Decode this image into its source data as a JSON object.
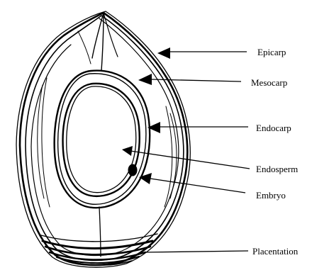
{
  "labels": {
    "epicarp": "Epicarp",
    "mesocarp": "Mesocarp",
    "endocarp": "Endocarp",
    "endosperm": "Endosperm",
    "embryo": "Embryo",
    "placentation": "Placentation"
  },
  "colors": {
    "ink": "#000000",
    "background": "#ffffff"
  }
}
